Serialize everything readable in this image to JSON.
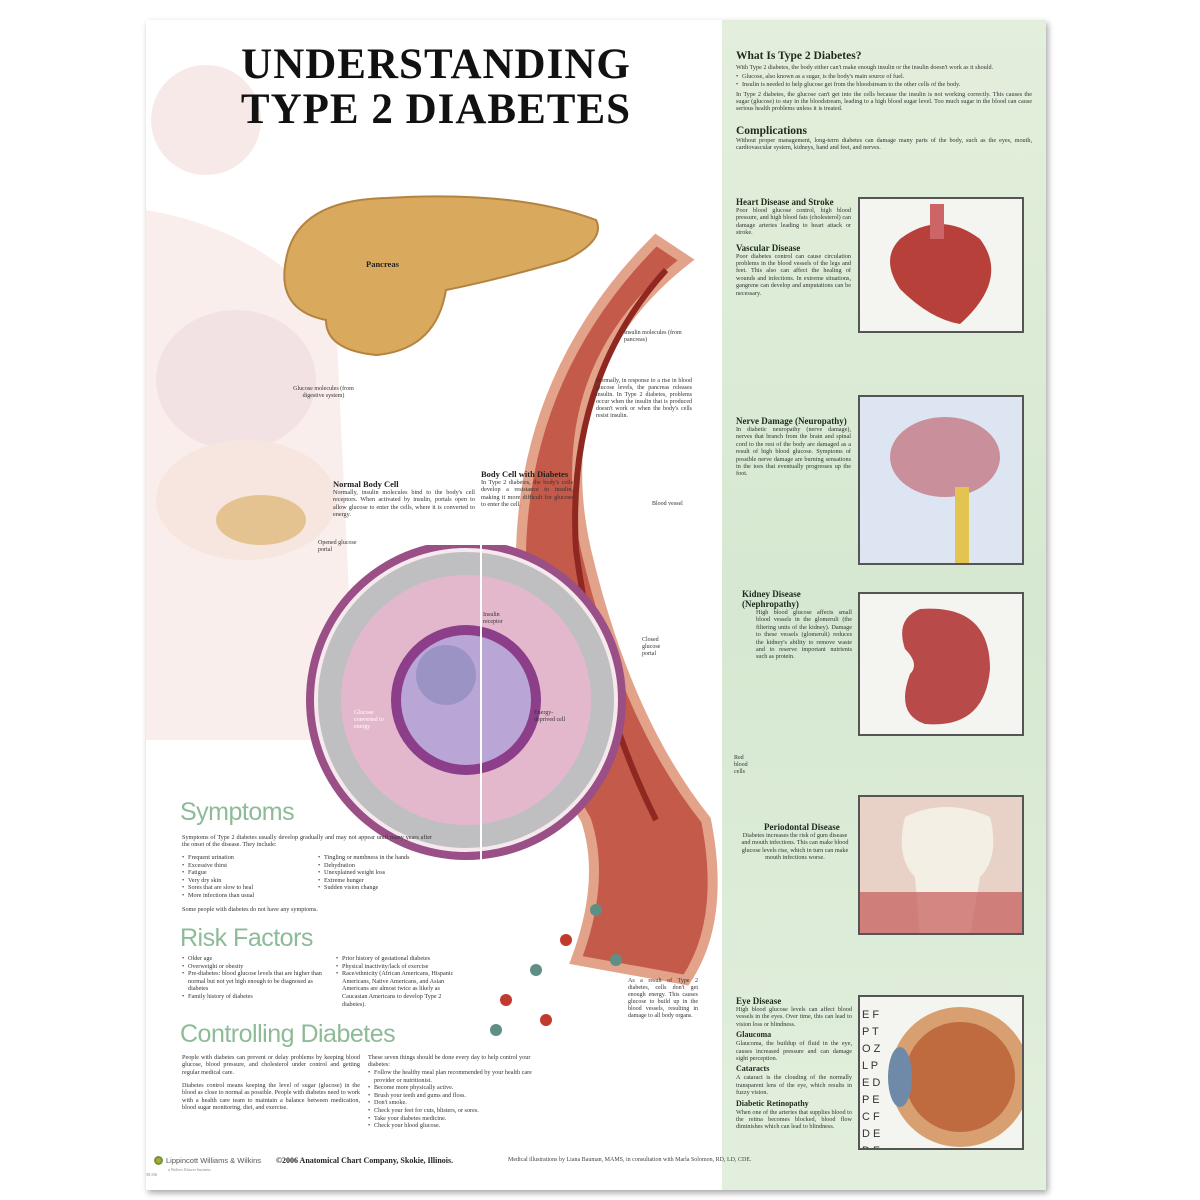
{
  "title": {
    "line1": "UNDERSTANDING",
    "line2": "TYPE 2 DIABETES"
  },
  "illustration": {
    "pancreas": "Pancreas",
    "insulin_molecules": "Insulin molecules (from pancreas)",
    "glucose_molecules": "Glucose molecules (from digestive system)",
    "normally_text": "Normally, in response to a rise in blood glucose levels, the pancreas releases insulin. In Type 2 diabetes, problems occur when the insulin that is produced doesn't work or when the body's cells resist insulin.",
    "normal_cell_title": "Normal Body Cell",
    "normal_cell_text": "Normally, insulin molecules bind to the body's cell receptors. When activated by insulin, portals open to allow glucose to enter the cells, where it is converted to energy.",
    "diabetes_cell_title": "Body Cell with Diabetes",
    "diabetes_cell_text": "In Type 2 diabetes, the body's cells develop a resistance to insulin, making it more difficult for glucose to enter the cell.",
    "blood_vessel": "Blood vessel",
    "opened_portal": "Opened glucose portal",
    "insulin_receptor": "Insulin receptor",
    "closed_portal": "Closed glucose portal",
    "glucose_converted": "Glucose converted to energy",
    "energy_deprived": "Energy-deprived cell",
    "red_blood_cells": "Red blood cells",
    "result_text": "As a result of Type 2 diabetes, cells don't get enough energy. This causes glucose to build up in the blood vessels, resulting in damage to all body organs."
  },
  "symptoms": {
    "heading": "Symptoms",
    "intro": "Symptoms of Type 2 diabetes usually develop gradually and may not appear until many years after the onset of the disease. They include:",
    "col1": [
      "Frequent urination",
      "Excessive thirst",
      "Fatigue",
      "Very dry skin",
      "Sores that are slow to heal",
      "More infections than usual"
    ],
    "col2": [
      "Tingling or numbness in the hands",
      "Dehydration",
      "Unexplained weight loss",
      "Extreme hunger",
      "Sudden vision change"
    ],
    "note": "Some people with diabetes do not have any symptoms."
  },
  "risk": {
    "heading": "Risk Factors",
    "col1": [
      "Older age",
      "Overweight or obesity",
      "Pre-diabetes: blood glucose levels that are higher than normal but not yet high enough to be diagnosed as diabetes",
      "Family history of diabetes"
    ],
    "col2": [
      "Prior history of gestational diabetes",
      "Physical inactivity/lack of exercise",
      "Race/ethnicity (African Americans, Hispanic Americans, Native Americans, and Asian Americans are almost twice as likely as Caucasian Americans to develop Type 2 diabetes)."
    ]
  },
  "controlling": {
    "heading": "Controlling Diabetes",
    "p1": "People with diabetes can prevent or delay problems by keeping blood glucose, blood pressure, and cholesterol under control and getting regular medical care.",
    "p2": "Diabetes control means keeping the level of sugar (glucose) in the blood as close to normal as possible. People with diabetes need to work with a health care team to maintain a balance between medication, blood sugar monitoring, diet, and exercise.",
    "intro": "These seven things should be done every day to help control your diabetes:",
    "items": [
      "Follow the healthy meal plan recommended by your health care provider or nutritionist.",
      "Become more physically active.",
      "Brush your teeth and gums and floss.",
      "Don't smoke.",
      "Check your feet for cuts, blisters, or sores.",
      "Take your diabetes medicine.",
      "Check your blood glucose."
    ]
  },
  "footer": {
    "publisher": "Lippincott Williams & Wilkins",
    "publisher_sub": "a Wolters Kluwer business",
    "code": "39,156",
    "copyright": "©2006 Anatomical Chart Company, Skokie, Illinois.",
    "credits": "Medical illustrations by Liana Bauman, MAMS, in consultation with Marla Solomon, RD, LD, CDE."
  },
  "panel": {
    "what_heading": "What Is Type 2 Diabetes?",
    "what_p1": "With Type 2 diabetes, the body either can't make enough insulin or the insulin doesn't work as it should.",
    "what_bullets": [
      "Glucose, also known as a sugar, is the body's main source of fuel.",
      "Insulin is needed to help glucose get from the bloodstream to the other cells of the body."
    ],
    "what_p2": "In Type 2 diabetes, the glucose can't get into the cells because the insulin is not working correctly. This causes the sugar (glucose) to stay in the bloodstream, leading to a high blood sugar level. Too much sugar in the blood can cause serious health problems unless it is treated.",
    "comp_heading": "Complications",
    "comp_text": "Without proper management, long-term diabetes can damage many parts of the body, such as the eyes, mouth, cardiovascular system, kidneys, hand and feet, and nerves.",
    "heart_heading": "Heart Disease and Stroke",
    "heart_text": "Poor blood glucose control, high blood pressure, and high blood fats (cholesterol) can damage arteries leading to heart attack or stroke.",
    "vascular_heading": "Vascular Disease",
    "vascular_text": "Poor diabetes control can cause circulation problems in the blood vessels of the legs and feet. This also can affect the healing of wounds and infections. In extreme situations, gangrene can develop and amputations can be necessary.",
    "nerve_heading": "Nerve Damage (Neuropathy)",
    "nerve_text": "In diabetic neuropathy (nerve damage), nerves that branch from the brain and spinal cord to the rest of the body are damaged as a result of high blood glucose. Symptoms of possible nerve damage are burning sensations in the toes that eventually progresses up the foot.",
    "kidney_heading": "Kidney Disease (Nephropathy)",
    "kidney_text": "High blood glucose affects small blood vessels in the glomeruli (the filtering units of the kidney). Damage to these vessels (glomeruli) reduces the kidney's ability to remove waste and to reserve important nutrients such as protein.",
    "perio_heading": "Periodontal Disease",
    "perio_text": "Diabetes increases the risk of gum disease and mouth infections. This can make blood glucose levels rise, which in turn can make mouth infections worse.",
    "eye_heading": "Eye Disease",
    "eye_text": "High blood glucose levels can affect blood vessels in the eyes. Over time, this can lead to vision loss or blindness.",
    "glaucoma_heading": "Glaucoma",
    "glaucoma_text": "Glaucoma, the buildup of fluid in the eye, causes increased pressure and can damage sight perception.",
    "cataract_heading": "Cataracts",
    "cataract_text": "A cataract is the clouding of the normally transparent lens of the eye, which results in fuzzy vision.",
    "retino_heading": "Diabetic Retinopathy",
    "retino_text": "When one of the arteries that supplies blood to the retina becomes blocked, blood flow diminishes which can lead to blindness.",
    "eye_chart_letters": "E F P T O Z L P E D P E C F D E D F C Z P"
  },
  "colors": {
    "panel": "#d9ead3",
    "section_heading": "#8dbb98",
    "pancreas": "#d9a95e",
    "vessel": "#b8443a",
    "cell": "#c98fb5"
  }
}
